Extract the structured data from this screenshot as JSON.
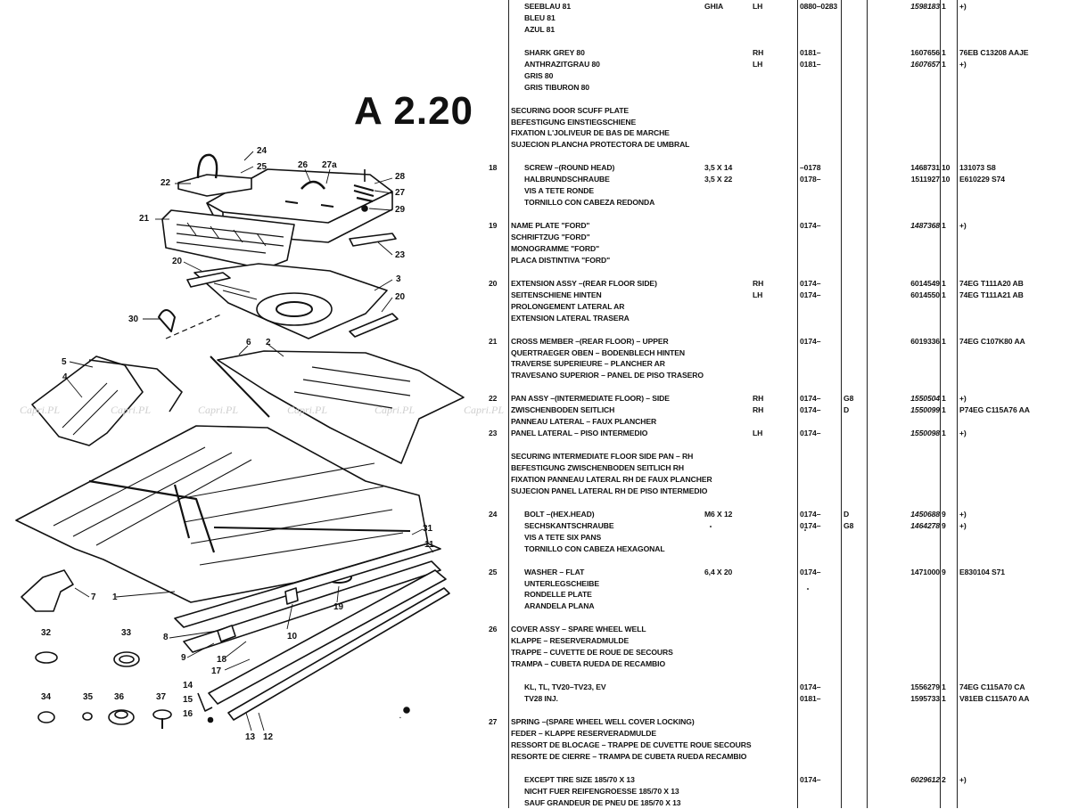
{
  "diagram": {
    "section_code": "A 2.20",
    "watermark_text": "Capri.PL",
    "callouts": [
      {
        "id": "c24",
        "text": "24"
      },
      {
        "id": "c25",
        "text": "25"
      },
      {
        "id": "c22",
        "text": "22"
      },
      {
        "id": "c26",
        "text": "26"
      },
      {
        "id": "c27a",
        "text": "27a"
      },
      {
        "id": "c28a",
        "text": "28"
      },
      {
        "id": "c27",
        "text": "27"
      },
      {
        "id": "c29",
        "text": "29"
      },
      {
        "id": "c21",
        "text": "21"
      },
      {
        "id": "c23",
        "text": "23"
      },
      {
        "id": "c20a",
        "text": "20"
      },
      {
        "id": "c3",
        "text": "3"
      },
      {
        "id": "c20b",
        "text": "20"
      },
      {
        "id": "c30",
        "text": "30"
      },
      {
        "id": "c6",
        "text": "6"
      },
      {
        "id": "c2",
        "text": "2"
      },
      {
        "id": "c5",
        "text": "5"
      },
      {
        "id": "c4",
        "text": "4"
      },
      {
        "id": "c31",
        "text": "31"
      },
      {
        "id": "c11",
        "text": "11"
      },
      {
        "id": "c7",
        "text": "7"
      },
      {
        "id": "c1",
        "text": "1"
      },
      {
        "id": "c19",
        "text": "19"
      },
      {
        "id": "c8",
        "text": "8"
      },
      {
        "id": "c10",
        "text": "10"
      },
      {
        "id": "c32",
        "text": "32"
      },
      {
        "id": "c33",
        "text": "33"
      },
      {
        "id": "c9",
        "text": "9"
      },
      {
        "id": "c18",
        "text": "18"
      },
      {
        "id": "c17",
        "text": "17"
      },
      {
        "id": "c14",
        "text": "14"
      },
      {
        "id": "c15",
        "text": "15"
      },
      {
        "id": "c16",
        "text": "16"
      },
      {
        "id": "c34",
        "text": "34"
      },
      {
        "id": "c35",
        "text": "35"
      },
      {
        "id": "c36",
        "text": "36"
      },
      {
        "id": "c37",
        "text": "37"
      },
      {
        "id": "c13",
        "text": "13"
      },
      {
        "id": "c12",
        "text": "12"
      }
    ]
  },
  "parts_table": {
    "rows": [
      {
        "num": "",
        "desc": "SEEBLAU 81",
        "indent": true,
        "size": "GHIA",
        "side": "LH",
        "date": "0880–0283",
        "code": "",
        "part": "1598183",
        "part_italic": true,
        "qty": "1",
        "ref": "+)"
      },
      {
        "num": "",
        "desc": "BLEU 81",
        "indent": true
      },
      {
        "num": "",
        "desc": "AZUL 81",
        "indent": true
      },
      {
        "num": "",
        "desc": "",
        "indent": true
      },
      {
        "num": "",
        "desc": "SHARK GREY 80",
        "indent": true,
        "side": "RH",
        "date": "0181–",
        "part": "1607656",
        "qty": "1",
        "ref": "76EB C13208 AAJE"
      },
      {
        "num": "",
        "desc": "ANTHRAZITGRAU 80",
        "indent": true,
        "side": "LH",
        "date": "0181–",
        "part": "1607657",
        "part_italic": true,
        "qty": "1",
        "ref": "+)"
      },
      {
        "num": "",
        "desc": "GRIS 80",
        "indent": true
      },
      {
        "num": "",
        "desc": "GRIS TIBURON 80",
        "indent": true
      },
      {
        "num": "",
        "desc": ""
      },
      {
        "num": "",
        "desc": "SECURING DOOR SCUFF PLATE"
      },
      {
        "num": "",
        "desc": "BEFESTIGUNG EINSTIEGSCHIENE"
      },
      {
        "num": "",
        "desc": "FIXATION L'JOLIVEUR DE BAS DE MARCHE"
      },
      {
        "num": "",
        "desc": "SUJECION PLANCHA PROTECTORA DE UMBRAL"
      },
      {
        "num": "",
        "desc": ""
      },
      {
        "num": "18",
        "desc": "SCREW –(ROUND HEAD)",
        "indent": true,
        "size": "3,5 X 14",
        "date": "–0178",
        "part": "1468731",
        "qty": "10",
        "ref": "131073 S8"
      },
      {
        "num": "",
        "desc": "HALBRUNDSCHRAUBE",
        "indent": true,
        "size": "3,5 X 22",
        "date": "0178–",
        "part": "1511927",
        "qty": "10",
        "ref": "E610229 S74"
      },
      {
        "num": "",
        "desc": "VIS A TETE RONDE",
        "indent": true
      },
      {
        "num": "",
        "desc": "TORNILLO CON CABEZA REDONDA",
        "indent": true
      },
      {
        "num": "",
        "desc": ""
      },
      {
        "num": "19",
        "desc": "NAME PLATE \"FORD\"",
        "date": "0174–",
        "part": "1487368",
        "part_italic": true,
        "qty": "1",
        "ref": "+)"
      },
      {
        "num": "",
        "desc": "SCHRIFTZUG \"FORD\""
      },
      {
        "num": "",
        "desc": "MONOGRAMME \"FORD\""
      },
      {
        "num": "",
        "desc": "PLACA DISTINTIVA \"FORD\""
      },
      {
        "num": "",
        "desc": ""
      },
      {
        "num": "20",
        "desc": "EXTENSION ASSY –(REAR FLOOR SIDE)",
        "side": "RH",
        "date": "0174–",
        "part": "6014549",
        "qty": "1",
        "ref": "74EG T111A20 AB"
      },
      {
        "num": "",
        "desc": "SEITENSCHIENE HINTEN",
        "side": "LH",
        "date": "0174–",
        "part": "6014550",
        "qty": "1",
        "ref": "74EG T111A21 AB"
      },
      {
        "num": "",
        "desc": "PROLONGEMENT LATERAL AR"
      },
      {
        "num": "",
        "desc": "EXTENSION LATERAL TRASERA"
      },
      {
        "num": "",
        "desc": ""
      },
      {
        "num": "21",
        "desc": "CROSS MEMBER –(REAR FLOOR) – UPPER",
        "date": "0174–",
        "part": "6019336",
        "qty": "1",
        "ref": "74EG C107K80 AA"
      },
      {
        "num": "",
        "desc": "QUERTRAEGER OBEN – BODENBLECH HINTEN"
      },
      {
        "num": "",
        "desc": "TRAVERSE SUPERIEURE – PLANCHER AR"
      },
      {
        "num": "",
        "desc": "TRAVESANO SUPERIOR – PANEL DE PISO TRASERO"
      },
      {
        "num": "",
        "desc": ""
      },
      {
        "num": "22",
        "desc": "PAN ASSY –(INTERMEDIATE FLOOR) – SIDE",
        "side": "RH",
        "date": "0174–",
        "code": "G8",
        "part": "1550504",
        "part_italic": true,
        "qty": "1",
        "ref": "+)"
      },
      {
        "num": "",
        "desc": "ZWISCHENBODEN SEITLICH",
        "side": "RH",
        "date": "0174–",
        "code": "D",
        "part": "1550099",
        "part_italic": true,
        "qty": "1",
        "ref": "P74EG C115A76 AA"
      },
      {
        "num": "",
        "desc": "PANNEAU LATERAL – FAUX PLANCHER"
      },
      {
        "num": "23",
        "desc": "PANEL LATERAL – PISO INTERMEDIO",
        "side": "LH",
        "date": "0174–",
        "part": "1550098",
        "part_italic": true,
        "qty": "1",
        "ref": "+)"
      },
      {
        "num": "",
        "desc": ""
      },
      {
        "num": "",
        "desc": "SECURING INTERMEDIATE FLOOR SIDE PAN – RH"
      },
      {
        "num": "",
        "desc": "BEFESTIGUNG ZWISCHENBODEN SEITLICH RH"
      },
      {
        "num": "",
        "desc": "FIXATION PANNEAU LATERAL RH DE FAUX PLANCHER"
      },
      {
        "num": "",
        "desc": "SUJECION PANEL LATERAL RH DE PISO INTERMEDIO"
      },
      {
        "num": "",
        "desc": ""
      },
      {
        "num": "24",
        "desc": "BOLT –(HEX.HEAD)",
        "indent": true,
        "size": "M6 X 12",
        "date": "0174–",
        "code": "D",
        "part": "1450688",
        "part_italic": true,
        "qty": "9",
        "ref": "+)"
      },
      {
        "num": "",
        "desc": "SECHSKANTSCHRAUBE",
        "indent": true,
        "date": "0174–",
        "code": "G8",
        "part": "1464278",
        "part_italic": true,
        "qty": "9",
        "ref": "+)"
      },
      {
        "num": "",
        "desc": "VIS A TETE SIX PANS",
        "indent": true
      },
      {
        "num": "",
        "desc": "TORNILLO CON CABEZA HEXAGONAL",
        "indent": true
      },
      {
        "num": "",
        "desc": ""
      },
      {
        "num": "25",
        "desc": "WASHER – FLAT",
        "indent": true,
        "size": "6,4 X 20",
        "date": "0174–",
        "part": "1471000",
        "qty": "9",
        "ref": "E830104 S71"
      },
      {
        "num": "",
        "desc": "UNTERLEGSCHEIBE",
        "indent": true
      },
      {
        "num": "",
        "desc": "RONDELLE PLATE",
        "indent": true
      },
      {
        "num": "",
        "desc": "ARANDELA PLANA",
        "indent": true
      },
      {
        "num": "",
        "desc": ""
      },
      {
        "num": "26",
        "desc": "COVER ASSY – SPARE WHEEL WELL"
      },
      {
        "num": "",
        "desc": "KLAPPE – RESERVERADMULDE"
      },
      {
        "num": "",
        "desc": "TRAPPE – CUVETTE DE ROUE DE SECOURS"
      },
      {
        "num": "",
        "desc": "TRAMPA – CUBETA RUEDA DE RECAMBIO"
      },
      {
        "num": "",
        "desc": ""
      },
      {
        "num": "",
        "desc": "KL, TL, TV20–TV23, EV",
        "indent": true,
        "date": "0174–",
        "part": "1556279",
        "qty": "1",
        "ref": "74EG C115A70 CA"
      },
      {
        "num": "",
        "desc": "TV28 INJ.",
        "indent": true,
        "date": "0181–",
        "part": "1595733",
        "qty": "1",
        "ref": "V81EB C115A70 AA"
      },
      {
        "num": "",
        "desc": ""
      },
      {
        "num": "27",
        "desc": "SPRING –(SPARE WHEEL WELL COVER LOCKING)"
      },
      {
        "num": "",
        "desc": "FEDER – KLAPPE RESERVERADMULDE"
      },
      {
        "num": "",
        "desc": "RESSORT DE BLOCAGE – TRAPPE DE CUVETTE ROUE SECOURS"
      },
      {
        "num": "",
        "desc": "RESORTE DE CIERRE – TRAMPA DE CUBETA RUEDA RECAMBIO"
      },
      {
        "num": "",
        "desc": ""
      },
      {
        "num": "",
        "desc": "EXCEPT TIRE SIZE 185/70 X 13",
        "indent": true,
        "date": "0174–",
        "part": "6029612",
        "part_italic": true,
        "qty": "2",
        "ref": "+)"
      },
      {
        "num": "",
        "desc": "NICHT FUER REIFENGROESSE 185/70 X 13",
        "indent": true
      },
      {
        "num": "",
        "desc": "SAUF GRANDEUR DE PNEU DE 185/70 X 13",
        "indent": true
      }
    ]
  }
}
